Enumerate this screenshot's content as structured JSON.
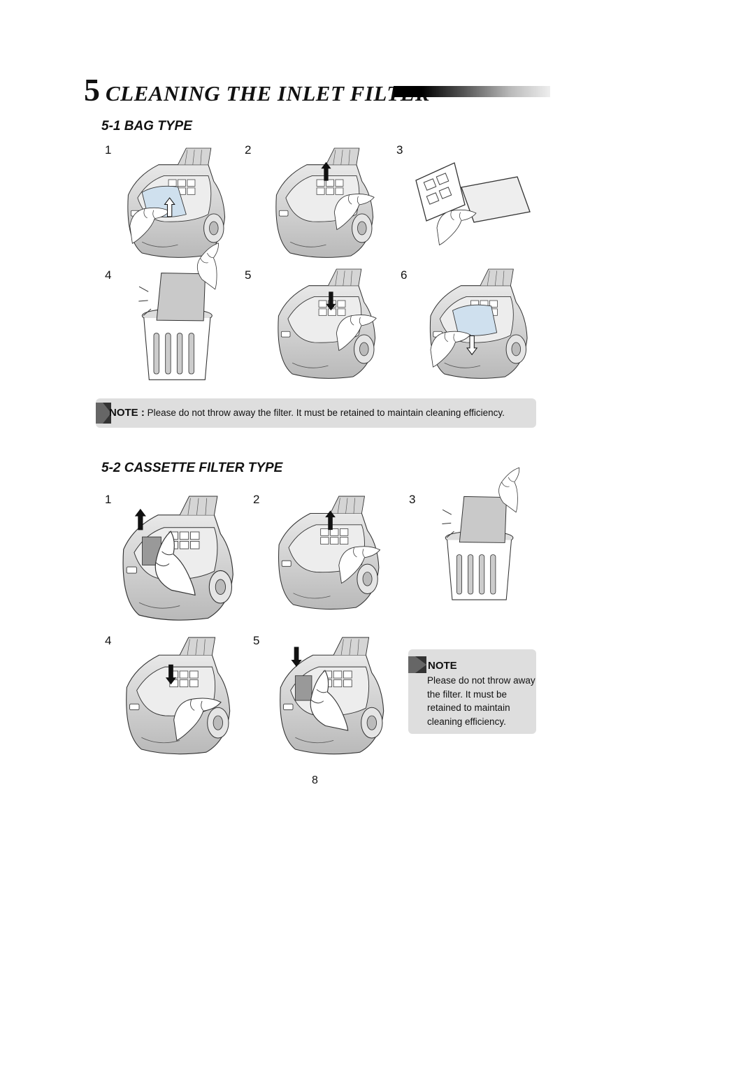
{
  "section": {
    "number": "5",
    "title": "CLEANING THE INLET FILTER"
  },
  "bag_type": {
    "title": "5-1 BAG TYPE",
    "steps": [
      "1",
      "2",
      "3",
      "4",
      "5",
      "6"
    ]
  },
  "note_bar": {
    "label": "NOTE :",
    "text": "Please do not throw away the filter. It must be retained to maintain cleaning efficiency."
  },
  "cassette_type": {
    "title": "5-2 CASSETTE FILTER TYPE",
    "steps": [
      "1",
      "2",
      "3",
      "4",
      "5"
    ]
  },
  "note_box": {
    "label": "NOTE",
    "text": "Please do not throw away the filter. It must be retained to maintain cleaning efficiency."
  },
  "page_number": "8",
  "colors": {
    "line": "#333333",
    "panel": "#dedede",
    "bag_blue": "#cfe0ee",
    "body_gray": "#cfcfcf"
  }
}
